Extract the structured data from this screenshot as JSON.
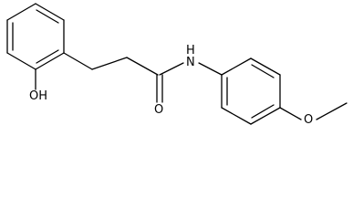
{
  "molecule": {
    "labels": {
      "hydroxyl": "OH",
      "carbonyl_oxygen": "O",
      "amide_nitrogen": "H\nN",
      "amide_nh": "N",
      "amide_h": "H",
      "methoxy_oxygen": "O"
    }
  },
  "colors": {
    "bond": "#000000",
    "text": "#000000",
    "background": "#ffffff"
  }
}
